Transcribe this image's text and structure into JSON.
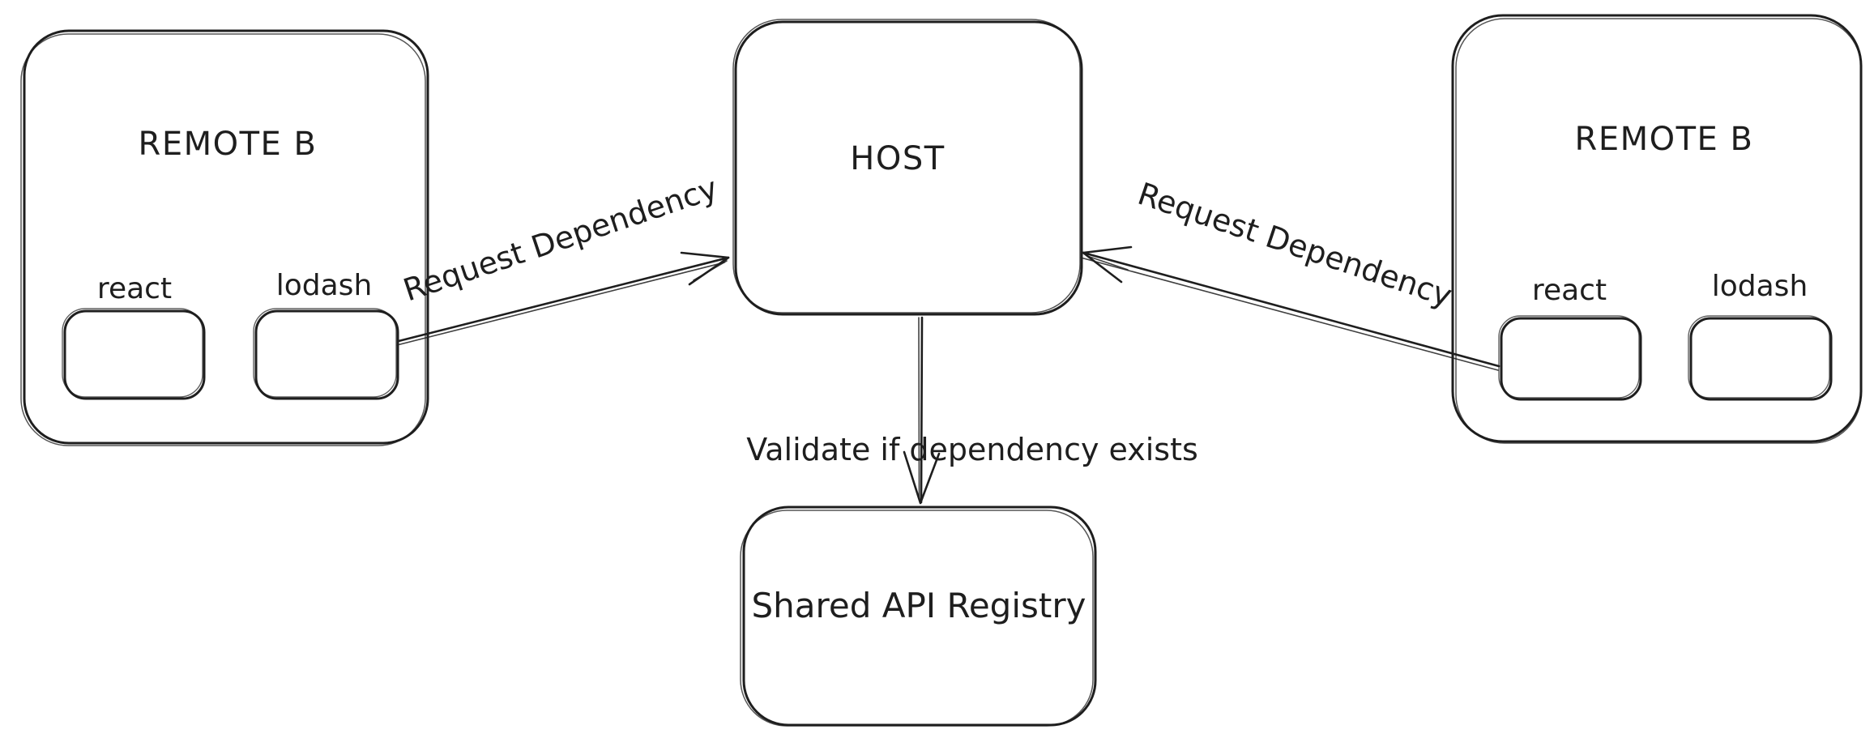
{
  "colors": {
    "stroke": "#1e1e1e",
    "background": "#ffffff"
  },
  "nodes": {
    "remote_b_left": {
      "label": "REMOTE B"
    },
    "react_left": {
      "label": "react"
    },
    "lodash_left": {
      "label": "lodash"
    },
    "host": {
      "label": "HOST"
    },
    "remote_b_right": {
      "label": "REMOTE B"
    },
    "react_right": {
      "label": "react"
    },
    "lodash_right": {
      "label": "lodash"
    },
    "shared_api_registry": {
      "label": "Shared API Registry"
    }
  },
  "edges": {
    "request_dependency_left": {
      "label": "Request Dependency",
      "from": "lodash_left",
      "to": "host"
    },
    "request_dependency_right": {
      "label": "Request Dependency",
      "from": "react_right",
      "to": "host"
    },
    "validate_dependency": {
      "label": "Validate if dependency exists",
      "from": "host",
      "to": "shared_api_registry"
    }
  }
}
